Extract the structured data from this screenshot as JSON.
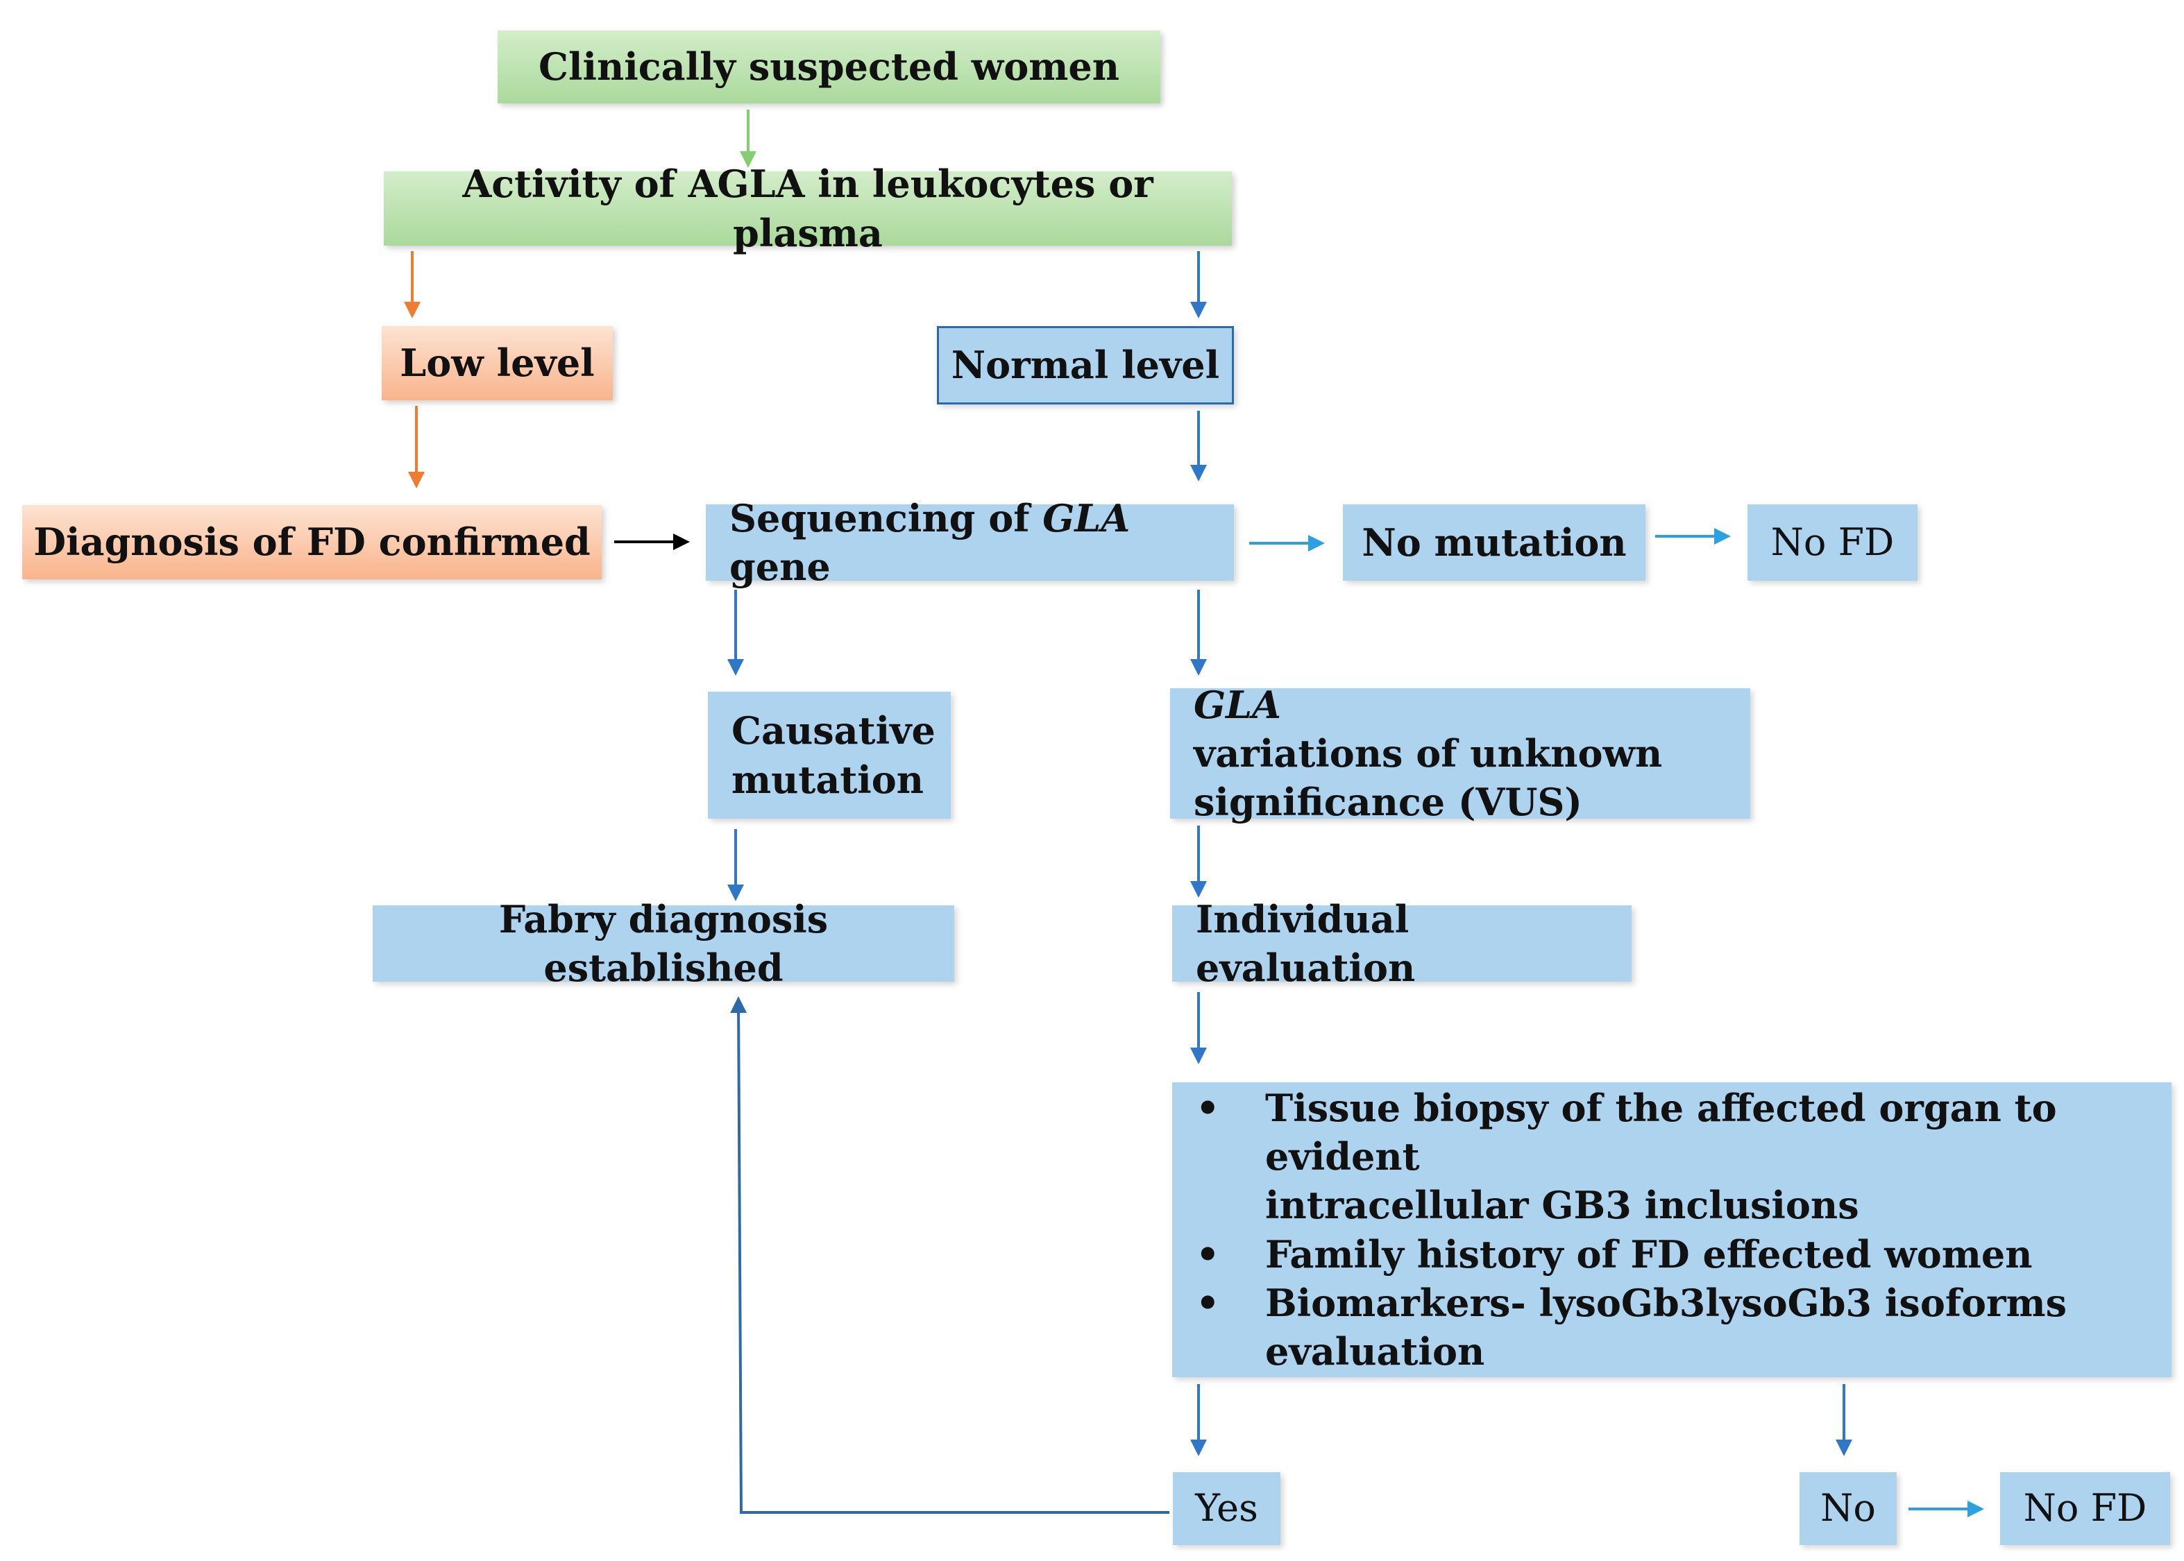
{
  "nodes": {
    "clinically_suspected": "Clinically suspected women",
    "activity_agla": "Activity of AGLA in leukocytes or plasma",
    "low_level": "Low level",
    "normal_level": "Normal level",
    "diagnosis_confirmed": "Diagnosis of FD confirmed",
    "sequencing": {
      "prefix": "Sequencing of ",
      "italic": "GLA",
      "suffix": " gene"
    },
    "no_mutation": "No mutation",
    "no_fd_top": "No FD",
    "causative_mutation": {
      "line1": "Causative",
      "line2": "mutation"
    },
    "gla_vus": {
      "italic": "GLA",
      "line1_rest": " variations of unknown",
      "line2": "significance (VUS)"
    },
    "fabry_established": "Fabry diagnosis established",
    "individual_evaluation": "Individual evaluation",
    "criteria": {
      "bullet": "•",
      "items": [
        {
          "line1": "Tissue biopsy of the affected organ to evident",
          "line2": "intracellular GB3 inclusions"
        },
        {
          "line1": "Family history of FD effected women",
          "line2": ""
        },
        {
          "line1": "Biomarkers- lysoGb3lysoGb3 isoforms",
          "line2": "evaluation"
        }
      ]
    },
    "yes": "Yes",
    "no": "No",
    "no_fd_bottom": "No FD"
  },
  "colors": {
    "green_arrow": "#86cc73",
    "orange_arrow": "#ee7d33",
    "blue_arrow": "#2e78c7",
    "light_blue_arrow": "#2ba1e2",
    "black_arrow": "#000000",
    "loop_line": "#2f6aa8"
  }
}
